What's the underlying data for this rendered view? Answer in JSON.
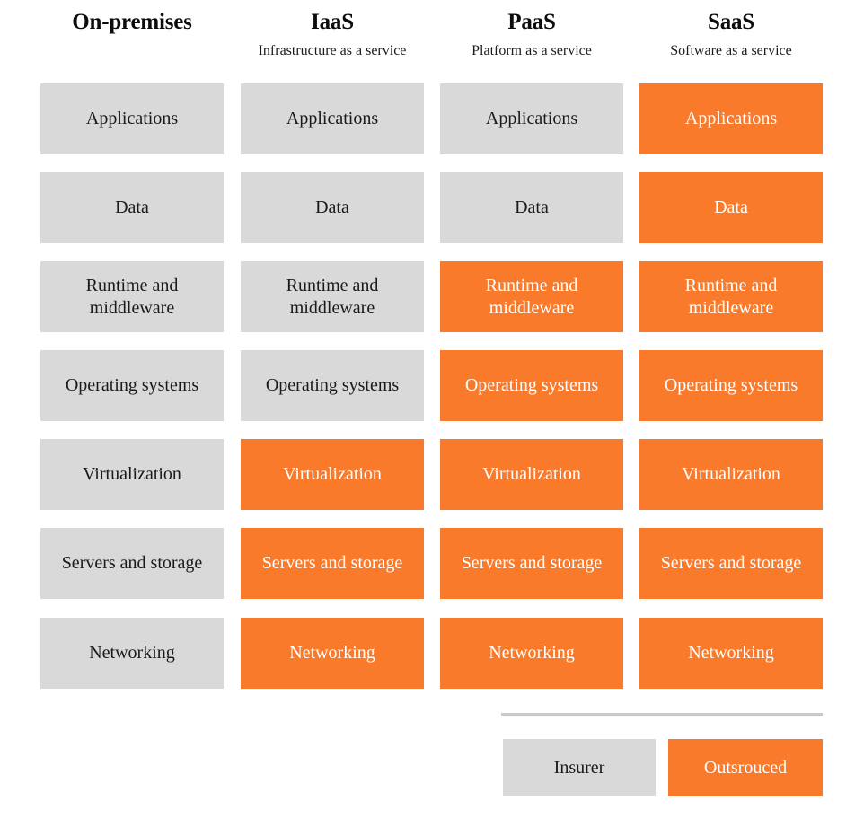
{
  "diagram": {
    "type": "responsibility-matrix",
    "columns": [
      {
        "id": "on-premises",
        "title": "On-premises",
        "subtitle": ""
      },
      {
        "id": "iaas",
        "title": "IaaS",
        "subtitle": "Infrastructure as a service"
      },
      {
        "id": "paas",
        "title": "PaaS",
        "subtitle": "Platform as a service"
      },
      {
        "id": "saas",
        "title": "SaaS",
        "subtitle": "Software as a service"
      }
    ],
    "layers": [
      {
        "id": "applications",
        "label": "Applications"
      },
      {
        "id": "data",
        "label": "Data"
      },
      {
        "id": "runtime-and-middleware",
        "label": "Runtime and middleware"
      },
      {
        "id": "operating-systems",
        "label": "Operating systems"
      },
      {
        "id": "virtualization",
        "label": "Virtualization"
      },
      {
        "id": "servers-and-storage",
        "label": "Servers and storage"
      },
      {
        "id": "networking",
        "label": "Networking"
      }
    ],
    "matrix": [
      [
        "insurer",
        "insurer",
        "insurer",
        "outsourced"
      ],
      [
        "insurer",
        "insurer",
        "insurer",
        "outsourced"
      ],
      [
        "insurer",
        "insurer",
        "outsourced",
        "outsourced"
      ],
      [
        "insurer",
        "insurer",
        "outsourced",
        "outsourced"
      ],
      [
        "insurer",
        "outsourced",
        "outsourced",
        "outsourced"
      ],
      [
        "insurer",
        "outsourced",
        "outsourced",
        "outsourced"
      ],
      [
        "insurer",
        "outsourced",
        "outsourced",
        "outsourced"
      ]
    ],
    "cells": [
      {
        "row": 0,
        "col": 0,
        "label": "Applications",
        "state": "insurer"
      },
      {
        "row": 0,
        "col": 1,
        "label": "Applications",
        "state": "insurer"
      },
      {
        "row": 0,
        "col": 2,
        "label": "Applications",
        "state": "insurer"
      },
      {
        "row": 0,
        "col": 3,
        "label": "Applications",
        "state": "outsourced"
      },
      {
        "row": 1,
        "col": 0,
        "label": "Data",
        "state": "insurer"
      },
      {
        "row": 1,
        "col": 1,
        "label": "Data",
        "state": "insurer"
      },
      {
        "row": 1,
        "col": 2,
        "label": "Data",
        "state": "insurer"
      },
      {
        "row": 1,
        "col": 3,
        "label": "Data",
        "state": "outsourced"
      },
      {
        "row": 2,
        "col": 0,
        "label": "Runtime and middleware",
        "state": "insurer"
      },
      {
        "row": 2,
        "col": 1,
        "label": "Runtime and middleware",
        "state": "insurer"
      },
      {
        "row": 2,
        "col": 2,
        "label": "Runtime and middleware",
        "state": "outsourced"
      },
      {
        "row": 2,
        "col": 3,
        "label": "Runtime and middleware",
        "state": "outsourced"
      },
      {
        "row": 3,
        "col": 0,
        "label": "Operating systems",
        "state": "insurer"
      },
      {
        "row": 3,
        "col": 1,
        "label": "Operating systems",
        "state": "insurer"
      },
      {
        "row": 3,
        "col": 2,
        "label": "Operating systems",
        "state": "outsourced"
      },
      {
        "row": 3,
        "col": 3,
        "label": "Operating systems",
        "state": "outsourced"
      },
      {
        "row": 4,
        "col": 0,
        "label": "Virtualization",
        "state": "insurer"
      },
      {
        "row": 4,
        "col": 1,
        "label": "Virtualization",
        "state": "outsourced"
      },
      {
        "row": 4,
        "col": 2,
        "label": "Virtualization",
        "state": "outsourced"
      },
      {
        "row": 4,
        "col": 3,
        "label": "Virtualization",
        "state": "outsourced"
      },
      {
        "row": 5,
        "col": 0,
        "label": "Servers and storage",
        "state": "insurer"
      },
      {
        "row": 5,
        "col": 1,
        "label": "Servers and storage",
        "state": "outsourced"
      },
      {
        "row": 5,
        "col": 2,
        "label": "Servers and storage",
        "state": "outsourced"
      },
      {
        "row": 5,
        "col": 3,
        "label": "Servers and storage",
        "state": "outsourced"
      },
      {
        "row": 6,
        "col": 0,
        "label": "Networking",
        "state": "insurer"
      },
      {
        "row": 6,
        "col": 1,
        "label": "Networking",
        "state": "outsourced"
      },
      {
        "row": 6,
        "col": 2,
        "label": "Networking",
        "state": "outsourced"
      },
      {
        "row": 6,
        "col": 3,
        "label": "Networking",
        "state": "outsourced"
      }
    ]
  },
  "legend": {
    "items": [
      {
        "id": "insurer",
        "label": "Insurer",
        "color": "#D9D9D9"
      },
      {
        "id": "outsourced",
        "label": "Outsrouced",
        "color": "#F97A2B"
      }
    ]
  },
  "colors": {
    "insurer_fill": "#D9D9D9",
    "insurer_text": "#1A1A1A",
    "outsourced_fill": "#F97A2B",
    "outsourced_text": "#FFFFFF",
    "divider": "#C9C9C9",
    "background": "#FFFFFF"
  }
}
